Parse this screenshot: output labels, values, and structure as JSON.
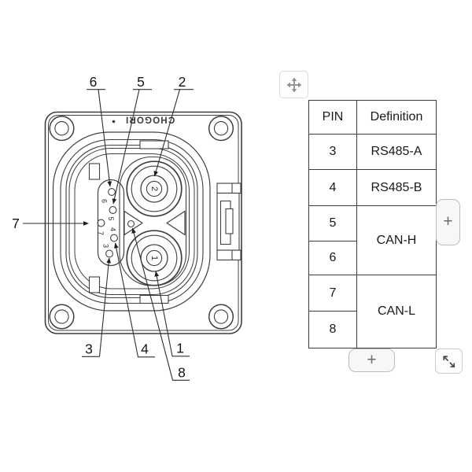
{
  "window": {
    "background": "#ffffff"
  },
  "diagram": {
    "brand": "CHOGORI",
    "callout_labels": [
      "6",
      "5",
      "2",
      "7",
      "3",
      "4",
      "1",
      "8"
    ],
    "contact_top": "2",
    "contact_bottom": "1",
    "pin_labels": [
      "6",
      "5",
      "7",
      "4",
      "3"
    ]
  },
  "table": {
    "col_headers": [
      "PIN",
      "Definition"
    ],
    "rows": [
      {
        "pin": "3",
        "definition": "RS485-A"
      },
      {
        "pin": "4",
        "definition": "RS485-B"
      },
      {
        "pin": "5",
        "definition": "CAN-H"
      },
      {
        "pin": "6"
      },
      {
        "pin": "7",
        "definition": "CAN-L"
      },
      {
        "pin": "8"
      }
    ]
  },
  "controls": {
    "pan_button": {
      "icon": "move-arrows-icon"
    },
    "add_button_right": {
      "label": "+"
    },
    "add_button_bottom": {
      "label": "+"
    },
    "resize_button": {
      "icon": "diagonal-resize-icon"
    }
  },
  "colors": {
    "drawing_line": "#3f3f3f",
    "table_border": "#3c3c3c",
    "button_bg": "#f7f7f7",
    "button_border": "#bdbdbd",
    "icon_gray": "#8f8f8f"
  }
}
